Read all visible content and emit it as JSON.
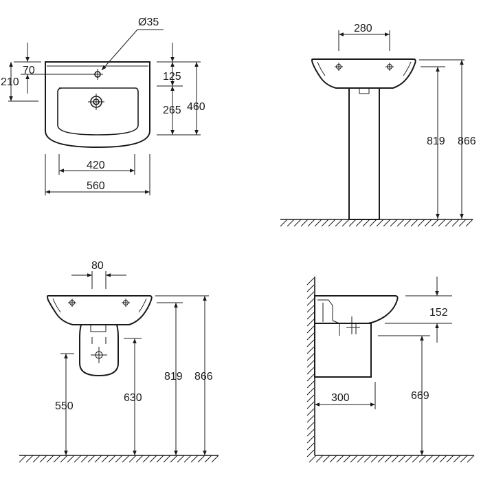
{
  "top_view": {
    "tap_hole": "Ø35",
    "dim_70": "70",
    "dim_210": "210",
    "dim_125": "125",
    "dim_265": "265",
    "dim_460": "460",
    "dim_420": "420",
    "dim_560": "560"
  },
  "pedestal_view": {
    "dim_280": "280",
    "dim_819": "819",
    "dim_866": "866"
  },
  "semi_pedestal_front": {
    "dim_80": "80",
    "dim_550": "550",
    "dim_630": "630",
    "dim_819": "819",
    "dim_866": "866"
  },
  "semi_pedestal_side": {
    "dim_152": "152",
    "dim_300": "300",
    "dim_669": "669"
  }
}
